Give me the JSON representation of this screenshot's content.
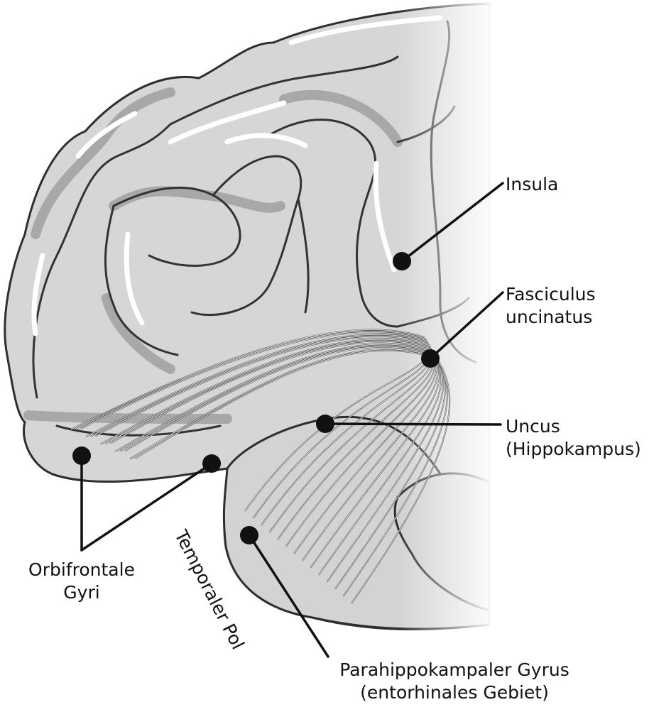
{
  "labels": {
    "insula": "Insula",
    "fasciculus_line1": "Fasciculus",
    "fasciculus_line2": "uncinatus",
    "uncus_line1": "Uncus",
    "uncus_line2": "(Hippokampus)",
    "orbifrontale_line1": "Orbifrontale",
    "orbifrontale_line2": "Gyri",
    "temporaler_pol": "Temporaler Pol",
    "parahippo_line1": "Parahippokampaler Gyrus",
    "parahippo_line2": "(entorhinales Gebiet)"
  },
  "colors": {
    "brain_fill": "#d6d6d6",
    "brain_shadow": "#a9a9a9",
    "highlight": "#ffffff",
    "outline": "#3a3a3a",
    "fiber": "#555555",
    "marker": "#111111"
  }
}
